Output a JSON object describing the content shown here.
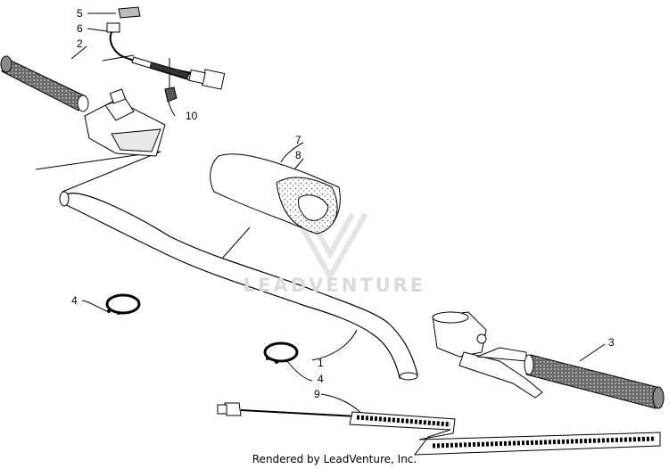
{
  "diagram": {
    "callouts": {
      "c1": "1",
      "c2": "2",
      "c3": "3",
      "c4a": "4",
      "c4b": "4",
      "c5": "5",
      "c6": "6",
      "c7": "7",
      "c8": "8",
      "c9": "9",
      "c10": "10"
    },
    "watermark": "LEADVENTURE",
    "footer": "Rendered by LeadVenture, Inc."
  }
}
